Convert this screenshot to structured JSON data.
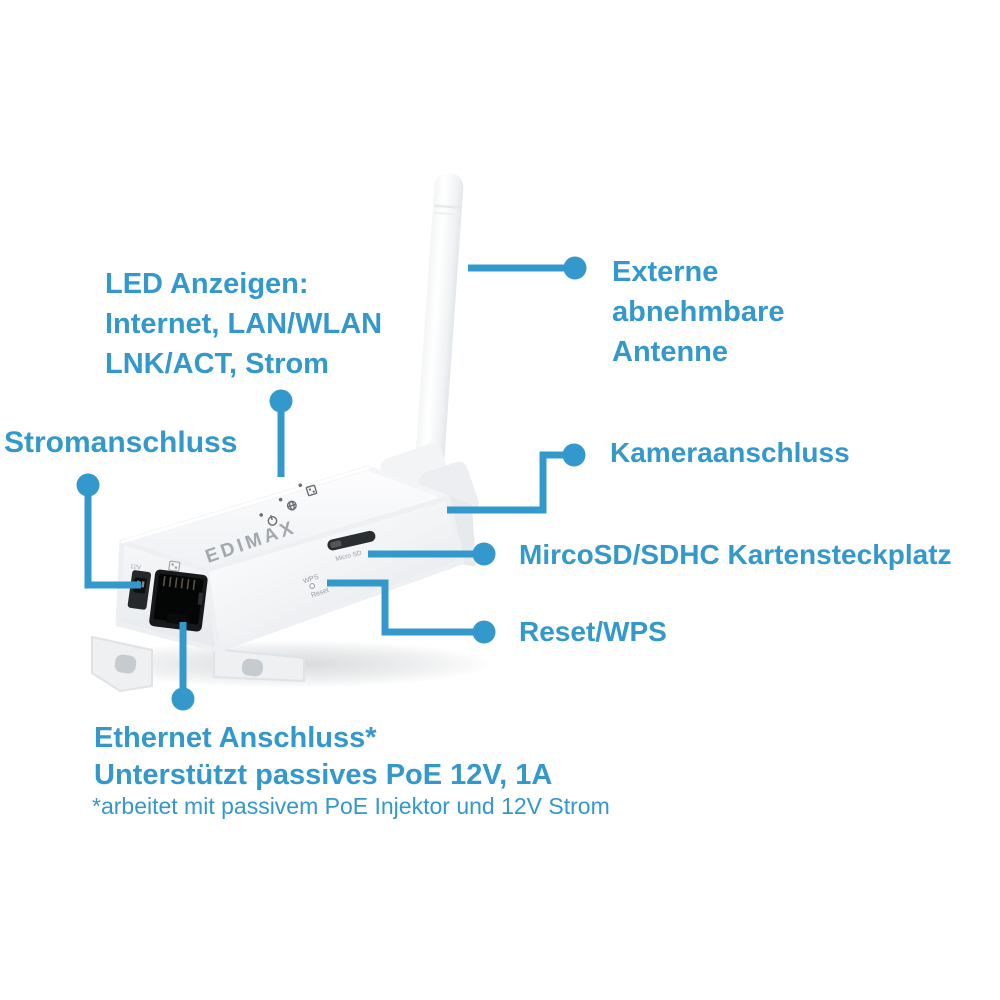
{
  "colors": {
    "accent_blue": "#3398cc",
    "background": "#ffffff",
    "device_body": "#f5f6f8",
    "port_black": "#1a1c1e",
    "marking_gray": "#9aa0a5"
  },
  "labels": {
    "led": {
      "lines": [
        "LED Anzeigen:",
        "Internet, LAN/WLAN",
        "LNK/ACT, Strom"
      ]
    },
    "antenna": {
      "lines": [
        "Externe",
        "abnehmbare",
        "Antenne"
      ]
    },
    "power": {
      "text": "Stromanschluss"
    },
    "camera": {
      "text": "Kameraanschluss"
    },
    "microsd": {
      "text": "MircoSD/SDHC Kartensteckplatz"
    },
    "reset": {
      "text": "Reset/WPS"
    },
    "ethernet": {
      "lines": [
        "Ethernet Anschluss*",
        "Unterstützt passives PoE 12V, 1A"
      ],
      "footnote": "*arbeitet mit passivem PoE Injektor und 12V Strom"
    }
  },
  "device": {
    "brand": "EDIMAX",
    "markings": {
      "power_port": "12V",
      "sd_slot": "Micro SD",
      "wps": "WPS",
      "reset": "Reset"
    }
  }
}
